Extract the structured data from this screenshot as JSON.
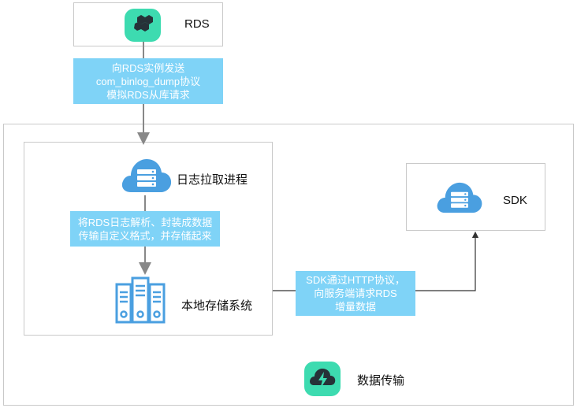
{
  "rds": {
    "label": "RDS",
    "icon": "rds-icon"
  },
  "request_note": {
    "lines": [
      "向RDS实例发送",
      "com_binlog_dump协议",
      "模拟RDS从库请求"
    ]
  },
  "log_fetch": {
    "label": "日志拉取进程",
    "icon": "cloud-server-icon"
  },
  "parse_note": {
    "lines": [
      "将RDS日志解析、封装成数据",
      "传输自定义格式，并存储起来"
    ]
  },
  "local_storage": {
    "label": "本地存储系统",
    "icon": "server-rack-icon"
  },
  "sdk": {
    "label": "SDK",
    "icon": "cloud-server-icon"
  },
  "sdk_note": {
    "lines": [
      "SDK通过HTTP协议，",
      "向服务端请求RDS",
      "增量数据"
    ]
  },
  "dts": {
    "label": "数据传输",
    "icon": "data-transmission-icon"
  },
  "colors": {
    "accent": "#7fd3f7",
    "teal": "#3ddbb0",
    "blue": "#4a9fe0",
    "arrow": "#888888",
    "line": "#333333"
  }
}
